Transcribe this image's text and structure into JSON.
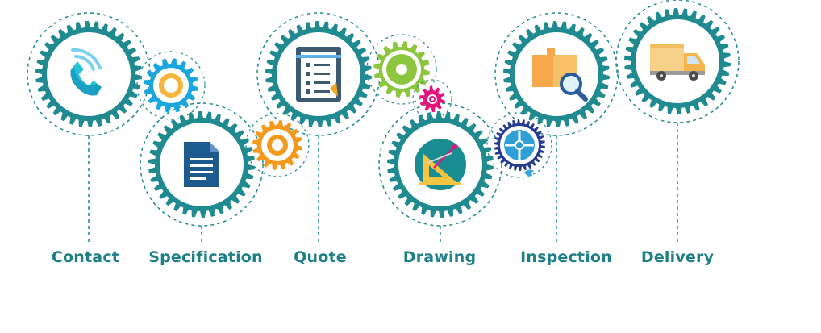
{
  "process": {
    "steps": [
      {
        "label": "Contact",
        "icon": "phone-icon"
      },
      {
        "label": "Specification",
        "icon": "document-icon"
      },
      {
        "label": "Quote",
        "icon": "clipboard-icon"
      },
      {
        "label": "Drawing",
        "icon": "drafting-tools-icon"
      },
      {
        "label": "Inspection",
        "icon": "box-magnifier-icon"
      },
      {
        "label": "Delivery",
        "icon": "truck-icon"
      }
    ]
  },
  "colors": {
    "teal_gear": "#1f8a8f",
    "label_teal": "#1f7f88",
    "dashed_line": "#1f8a8f",
    "blue_gear": "#1ba6e0",
    "orange_gear": "#f39a1e",
    "green_gear": "#8cc63f",
    "magenta_gear": "#e8127c",
    "navy_gear": "#263d8f"
  }
}
